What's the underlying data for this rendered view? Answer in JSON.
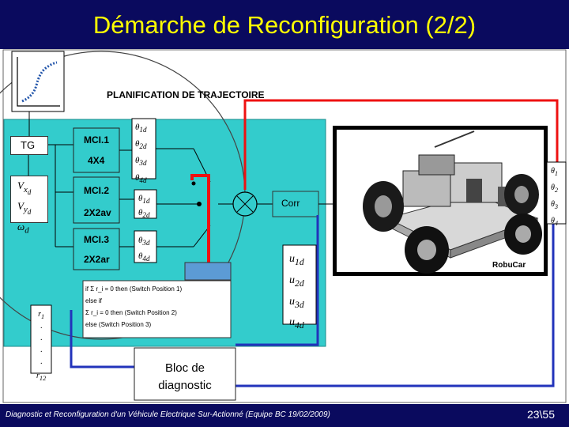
{
  "slide": {
    "title": "Démarche de Reconfiguration (2/2)",
    "footer": "Diagnostic et Reconfiguration d'un Véhicule Electrique Sur-Actionné (Equipe BC 19/02/2009)",
    "page_number": "23\\55"
  },
  "diagram": {
    "planning_label": "PLANIFICATION DE TRAJECTOIRE",
    "tg_label": "TG",
    "mci1_label": "MCI.1",
    "mode1_label": "4X4",
    "mci2_label": "MCI.2",
    "mode2_label": "2X2av",
    "mci3_label": "MCI.3",
    "mode3_label": "2X2ar",
    "corr_label": "Corr",
    "robucar_caption": "RobuCar",
    "diagnostic_line1": "Bloc de",
    "diagnostic_line2": "diagnostic",
    "switch_line1": "if  Σ r_i = 0 then (Switch Position 1)",
    "switch_line2": "else if",
    "switch_line3": "Σ r_i = 0 then (Switch Position 2)",
    "switch_line4": "else (Switch Position 3)"
  },
  "colors": {
    "header_bg": "#0a0a5e",
    "title": "#ffff00",
    "panel": "#33cccc",
    "red_line": "#ee1111",
    "blue_line": "#2233bb"
  }
}
